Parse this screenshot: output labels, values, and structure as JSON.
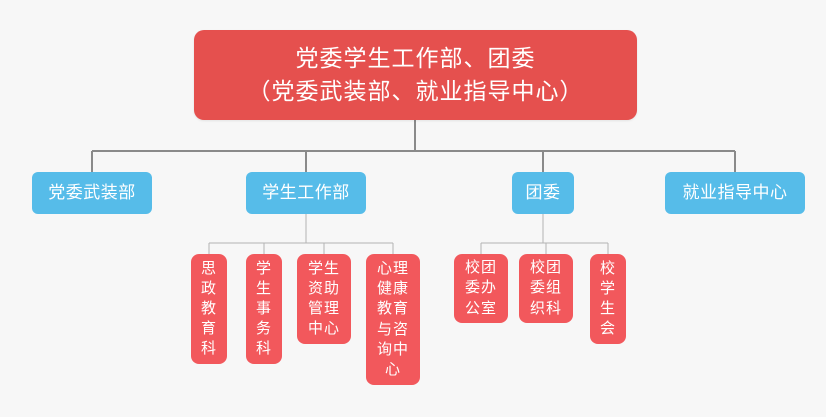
{
  "meta": {
    "kind": "organization-chart",
    "background_color": "#f7f7f7",
    "root_color": "#e5504e",
    "level2_color": "#56bce9",
    "level3_color": "#f2585c",
    "connector_color": "#8a8a8a",
    "text_color": "#ffffff"
  },
  "root": {
    "label": "党委学生工作部、团委\n（党委武装部、就业指导中心）",
    "line1": "党委学生工作部、团委",
    "line2": "（党委武装部、就业指导中心）"
  },
  "level2": [
    {
      "id": "node-wuzhuangbu",
      "label": "党委武装部"
    },
    {
      "id": "node-xueshengbu",
      "label": "学生工作部"
    },
    {
      "id": "node-tuanwei",
      "label": "团委"
    },
    {
      "id": "node-jiuyezhongxin",
      "label": "就业指导中心"
    }
  ],
  "level3_xueshengbu": [
    {
      "id": "node-sizheng",
      "label": "思\n政\n教\n育\n科"
    },
    {
      "id": "node-shiwuke",
      "label": "学\n生\n事\n务\n科"
    },
    {
      "id": "node-zizhu",
      "label": "学生\n资助\n管理\n中心"
    },
    {
      "id": "node-xinli",
      "label": "心理\n健康\n教育\n与咨\n询中\n心"
    }
  ],
  "level3_tuanwei": [
    {
      "id": "node-tuanweiban",
      "label": "校团\n委办\n公室"
    },
    {
      "id": "node-zuzhike",
      "label": "校团\n委组\n织科"
    },
    {
      "id": "node-xueshenghui",
      "label": "校\n学\n生\n会"
    }
  ]
}
